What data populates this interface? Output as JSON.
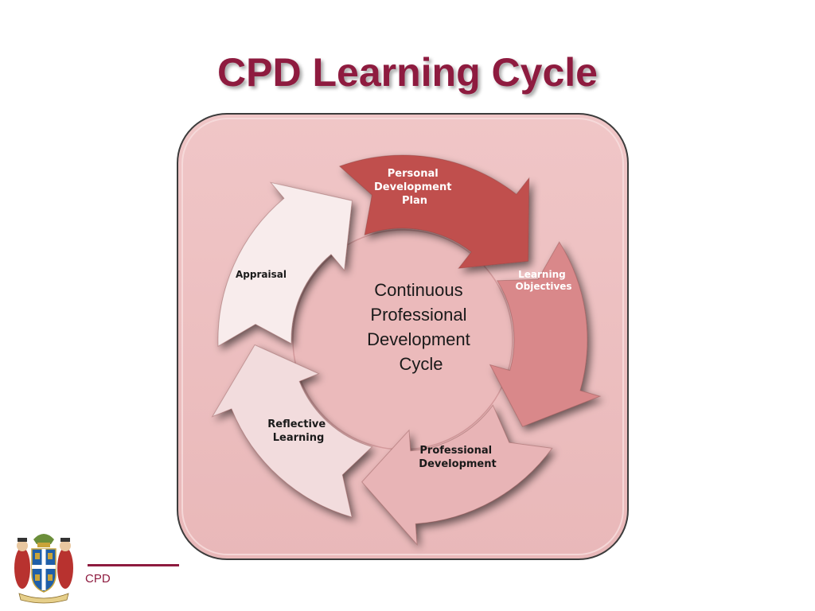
{
  "slide": {
    "title": "CPD Learning Cycle",
    "footer": "CPD"
  },
  "diagram": {
    "center": [
      "Continuous",
      "Professional",
      "Development",
      "Cycle"
    ],
    "steps": [
      {
        "lines": [
          "Personal",
          "Development",
          "Plan"
        ],
        "color": "#c0504d"
      },
      {
        "lines": [
          "Learning",
          "Objectives"
        ],
        "color": "#d9888a"
      },
      {
        "lines": [
          "Professional",
          "Development"
        ],
        "color": "#e8b4b6"
      },
      {
        "lines": [
          "Reflective",
          "Learning"
        ],
        "color": "#f2dcdd"
      },
      {
        "lines": [
          "Appraisal"
        ],
        "color": "#f8ecec"
      }
    ],
    "panel_color": "#ebbcbd",
    "accent_color": "#8e1b3f"
  }
}
